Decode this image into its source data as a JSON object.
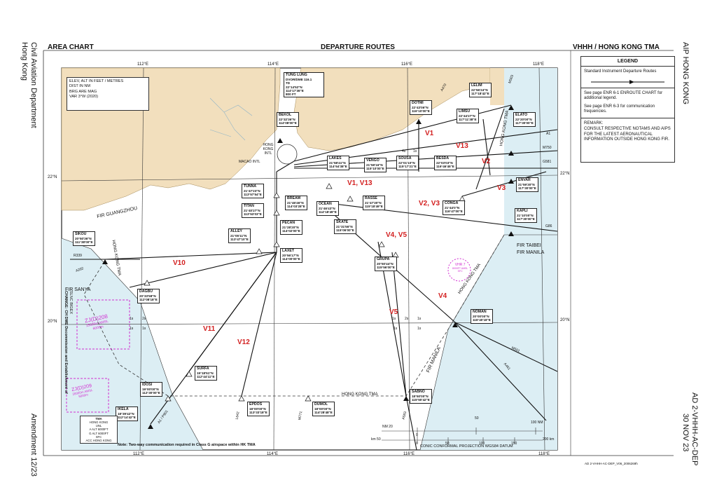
{
  "header": {
    "left": "AREA CHART",
    "center": "DEPARTURE ROUTES",
    "right": "VHHH / HONG KONG TMA"
  },
  "side": {
    "left_top": "Civil Aviation Department",
    "left_sub": "Hong Kong",
    "left_bottom": "Amendment 12/23",
    "right_top": "AIP HONG KONG",
    "right_bottom": "AD 2-VHHH-AC-DEP",
    "right_date": "30 NOV 23",
    "change": "CHANGE: CH DME Decommission and Establishment of",
    "change_item": "SLNC BIGEX"
  },
  "legend": {
    "title": "LEGEND",
    "sid": "Standard Instrument Departure Routes",
    "note1": "See page ENR 6-1 ENROUTE CHART for additional legend.",
    "note2": "See page ENR 6-3 for communication frequencies.",
    "remark_title": "REMARK:",
    "remark": "CONSULT RESPECTIVE NOTAMS AND AIPS FOR THE LATEST AERONAUTICAL INFORMATION OUTSIDE HONG KONG FIR."
  },
  "info": {
    "l1": "ELEV, ALT IN FEET / METRES",
    "l2": "DIST IN NM",
    "l3": "BRG ARE MAG",
    "l4": "VAR 3°W (2020)"
  },
  "grid": {
    "lon": [
      "112°E",
      "114°E",
      "116°E",
      "118°E"
    ],
    "lat": [
      "22°N",
      "20°N"
    ]
  },
  "points": [
    {
      "name": "TUNG LUNG",
      "l1": "DVOR/DME 116.1",
      "l2": "TD",
      "l3": "22°14'52\"N",
      "l4": "114°17'36\"E",
      "l5": "800 FT"
    },
    {
      "name": "BEKOL",
      "l1": "22°32'36\"N",
      "l2": "114°08'00\"E"
    },
    {
      "name": "DOTMI",
      "l1": "22°43'06\"N",
      "l2": "116°10'00\"E"
    },
    {
      "name": "LELIM",
      "l1": "22°56'24\"N",
      "l2": "117°18'42\"E"
    },
    {
      "name": "LIMSU",
      "l1": "22°44'27\"N",
      "l2": "117°11'38\"E"
    },
    {
      "name": "ELATO",
      "l1": "22°20'00\"N",
      "l2": "117°30'00\"E"
    },
    {
      "name": "LAKES",
      "l1": "21°58'41\"N",
      "l2": "114°54'38\"E"
    },
    {
      "name": "VENGO",
      "l1": "21°59'16\"N",
      "l2": "115°10'00\"E"
    },
    {
      "name": "SOUSA",
      "l1": "22°01'10\"N",
      "l2": "115°17'21\"E"
    },
    {
      "name": "BESDA",
      "l1": "22°03'03\"N",
      "l2": "116°46'45\"E"
    },
    {
      "name": "ENVAR",
      "l1": "21°59'30\"N",
      "l2": "117°30'00\"E"
    },
    {
      "name": "TUNNA",
      "l1": "21°47'23\"N",
      "l2": "113°57'54\"E"
    },
    {
      "name": "TITAN",
      "l1": "21°40'27\"N",
      "l2": "113°53'03\"E"
    },
    {
      "name": "BREAM",
      "l1": "21°46'46\"N",
      "l2": "114°03'28\"E"
    },
    {
      "name": "OCEAN",
      "l1": "21°46'43\"N",
      "l2": "114°18'49\"E"
    },
    {
      "name": "RASSE",
      "l1": "21°47'30\"N",
      "l2": "115°18'49\"E"
    },
    {
      "name": "CONGA",
      "l1": "21°44'0\"N",
      "l2": "116°47'00\"E"
    },
    {
      "name": "KAPLI",
      "l1": "21°10'00\"N",
      "l2": "117°30'00\"E"
    },
    {
      "name": "PECAN",
      "l1": "21°28'20\"N",
      "l2": "114°02'00\"E"
    },
    {
      "name": "SKATE",
      "l1": "21°31'56\"N",
      "l2": "115°06'00\"E"
    },
    {
      "name": "ALLEY",
      "l1": "21°05'11\"N",
      "l2": "113°47'10\"E"
    },
    {
      "name": "LAXET",
      "l1": "20°56'17\"N",
      "l2": "114°00'00\"E"
    },
    {
      "name": "SIKOU",
      "l1": "20°50'36\"N",
      "l2": "111°38'00\"E"
    },
    {
      "name": "GRUPA",
      "l1": "20°50'44\"N",
      "l2": "115°56'00\"E"
    },
    {
      "name": "DAGBU",
      "l1": "20°33'58\"N",
      "l2": "112°08'18\"E"
    },
    {
      "name": "NOMAN",
      "l1": "20°00'00\"N",
      "l2": "116°40'18\"E"
    },
    {
      "name": "SURFA",
      "l1": "19°18'51\"N",
      "l2": "112°44'11\"E"
    },
    {
      "name": "IDOSI",
      "l1": "19°00'00\"N",
      "l2": "112°30'00\"E"
    },
    {
      "name": "SABNO",
      "l1": "18°50'00\"N",
      "l2": "115°50'42\"E"
    },
    {
      "name": "EPDOS",
      "l1": "18°00'00\"N",
      "l2": "113°33'18\"E"
    },
    {
      "name": "DUMOL",
      "l1": "18°00'00\"N",
      "l2": "114°28'48\"E"
    },
    {
      "name": "IKELA",
      "l1": "18°39'42\"N",
      "l2": "112°14'42\"E"
    }
  ],
  "routes": [
    "V1",
    "V1, V13",
    "V13",
    "V2",
    "V3",
    "V2, V3",
    "V4, V5",
    "V4",
    "V5",
    "V10",
    "V11",
    "V12"
  ],
  "places": {
    "macao": "MACAO INTL",
    "hk": "HONG KONG INTL"
  },
  "labels": {
    "fir_gz": "FIR GUANGZHOU",
    "fir_sanya": "FIR SANYA",
    "fir_taibei": "FIR TAIBEI",
    "fir_manila": "FIR MANILA",
    "fir_manila2": "FIR MANILA",
    "hk_tma": "HONG KONG TMA",
    "hk_tma2": "HONG KONG TMA",
    "hk_tma3": "HONG KONG TMA",
    "hk_tma4": "HONG KONG TMA",
    "zj208": "ZJ(D)208",
    "zj208_l1": "15000m",
    "zj208_l2": "AMSL",
    "zj208_l3": "6000m",
    "zj209": "ZJ(D)209",
    "zj209_l1": "20000m",
    "zj209_l2": "AMSL",
    "zj209_l3": "5000m",
    "vhr7": "VHR 7",
    "vhr7_l1": "8000FT AMSL",
    "vhr7_l2": "SFC",
    "airways": [
      "A470",
      "M503",
      "A1",
      "M750",
      "G581",
      "G86",
      "R339",
      "A202",
      "M501",
      "A461",
      "A583",
      "L642",
      "M771",
      "A1 / P901",
      "A461"
    ],
    "tma_box": {
      "t1": "TMA",
      "t2": "HONG KONG",
      "t3": "UNL",
      "t4": "ALT 6000FT",
      "t5": "ALT 6000FT",
      "t6": "SFC",
      "t7": "ACC HONG KONG",
      "pre1": "A",
      "pre2": "G"
    },
    "note": "Note: Two-way communication required in Class G airspace within HK TMA",
    "scale_nm": "NM 20",
    "scale_nm_vals": [
      "0",
      "50",
      "100 NM"
    ],
    "scale_km": "km 50",
    "scale_km_vals": [
      "0",
      "50",
      "100",
      "150",
      "200 km"
    ],
    "projection": "CONIC CONFORMAL PROJECTION WGS84 DATUM",
    "footer_id": "AD 2-VHHH-AC-DEP_V06_2006269h",
    "sector": [
      "4s",
      "1s",
      "1s",
      "2s",
      "1s",
      "1s",
      "1s",
      "1s",
      "2s",
      "1s",
      "1s"
    ]
  },
  "colors": {
    "land": "#f2dfbd",
    "sea": "#dceef4",
    "route": "#d32020",
    "magenta": "#d12fd1"
  }
}
